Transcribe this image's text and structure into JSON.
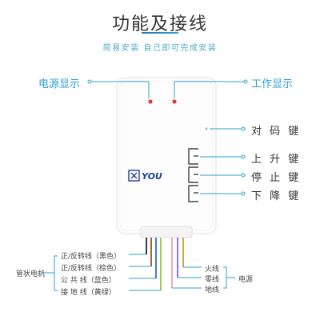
{
  "header": {
    "title": "功能及接线",
    "subtitle": "简易安装 自己即可完成安装"
  },
  "callouts": {
    "power_indicator": "电源显示",
    "work_indicator": "工作显示",
    "pair_key": "对 码 键",
    "up_key": "上 升 键",
    "stop_key": "停 止 键",
    "down_key": "下 降 键"
  },
  "device": {
    "logo_text": "YOU"
  },
  "wires": {
    "motor_group_label": "管状电机",
    "power_group_label": "电源",
    "motor_wires": [
      "正/反转线（黑色）",
      "正/反转线（棕色）",
      "公 共 线（蓝色）",
      "接 地 线（黄绿）"
    ],
    "power_wires": [
      "火线",
      "零线",
      "地线"
    ]
  },
  "colors": {
    "accent": "#2ea0cf",
    "title_underline": "#2e6fb7",
    "led": "#e53935",
    "wire_black": "#222222",
    "wire_brown": "#8a5a2b",
    "wire_blue": "#2f6fd1",
    "wire_yellow_green": "#9bc53d",
    "wire_live": "#c9a227",
    "wire_neutral": "#7b68ee",
    "wire_earth": "#ff9ac1"
  }
}
